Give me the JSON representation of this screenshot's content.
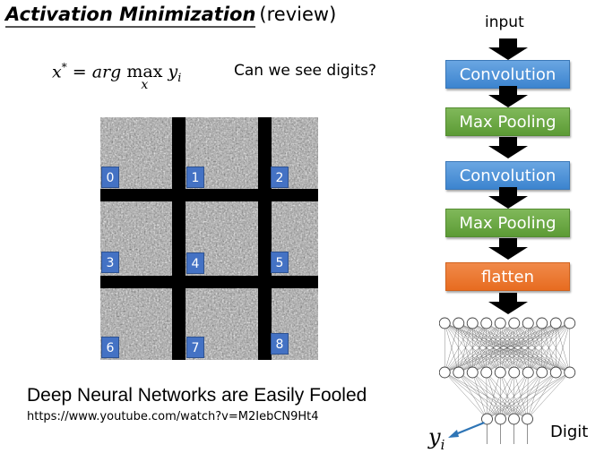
{
  "slide": {
    "title_emphasis": "Activation Minimization",
    "title_rest": "(review)",
    "formula": {
      "lhs": "x",
      "star": "*",
      "eq": " = ",
      "arg": "arg ",
      "max": "max",
      "max_sub": "x",
      "y": " y",
      "y_sub": "i"
    },
    "question": "Can we see digits?",
    "digit_grid": {
      "labels": [
        "0",
        "1",
        "2",
        "3",
        "4",
        "5",
        "6",
        "7",
        "8"
      ]
    },
    "caption": "Deep Neural Networks are Easily Fooled",
    "url": "https://www.youtube.com/watch?v=M2IebCN9Ht4"
  },
  "pipeline": {
    "input_label": "input",
    "stages": [
      {
        "label": "Convolution",
        "type": "conv",
        "color": "#5b9bd5"
      },
      {
        "label": "Max Pooling",
        "type": "pool",
        "color": "#70ad47"
      },
      {
        "label": "Convolution",
        "type": "conv",
        "color": "#5b9bd5"
      },
      {
        "label": "Max Pooling",
        "type": "pool",
        "color": "#70ad47"
      },
      {
        "label": "flatten",
        "type": "flat",
        "color": "#ed7d31"
      }
    ],
    "network": {
      "layers": [
        10,
        10,
        4
      ]
    },
    "output_label": "Digit",
    "output_var": "y",
    "output_var_sub": "i",
    "pointer_color": "#2e75b6"
  }
}
